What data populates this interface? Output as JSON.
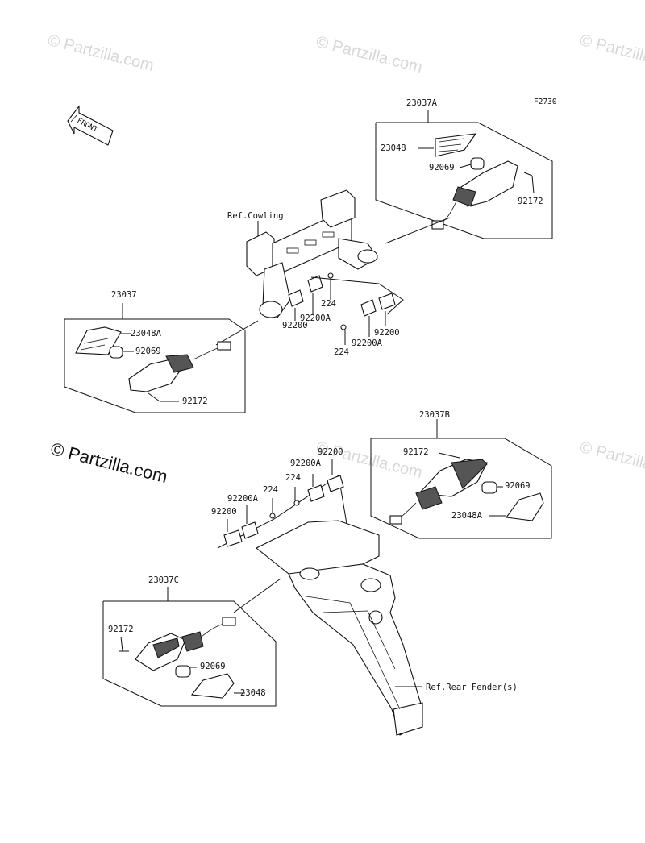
{
  "figure_code": "F2730",
  "front_label": "FRONT",
  "watermark": "© Partzilla.com",
  "watermark_main": "© Partzilla.com",
  "callouts": {
    "a23037A": "23037A",
    "a23048": "23048",
    "a92069_top": "92069",
    "a92172_top": "92172",
    "ref_cowling": "Ref.Cowling",
    "a23037": "23037",
    "a23048A_left": "23048A",
    "a92069_left": "92069",
    "a92172_left": "92172",
    "a224_upper": "224",
    "a92200A_upper": "92200A",
    "a92200_upper_left": "92200",
    "a92200_upper_right": "92200",
    "a92200A_upper_right": "92200A",
    "a224_upper_right": "224",
    "a23037B": "23037B",
    "a92172_right": "92172",
    "a92069_right": "92069",
    "a23048A_right": "23048A",
    "a92200_lower_top": "92200",
    "a92200A_lower_mid": "92200A",
    "a224_lower_mid": "224",
    "a224_lower_left": "224",
    "a92200A_lower_left": "92200A",
    "a92200_lower_left": "92200",
    "a23037C": "23037C",
    "a92172_bottom": "92172",
    "a92069_bottom": "92069",
    "a23048_bottom": "23048",
    "ref_rear_fender": "Ref.Rear Fender(s)"
  }
}
